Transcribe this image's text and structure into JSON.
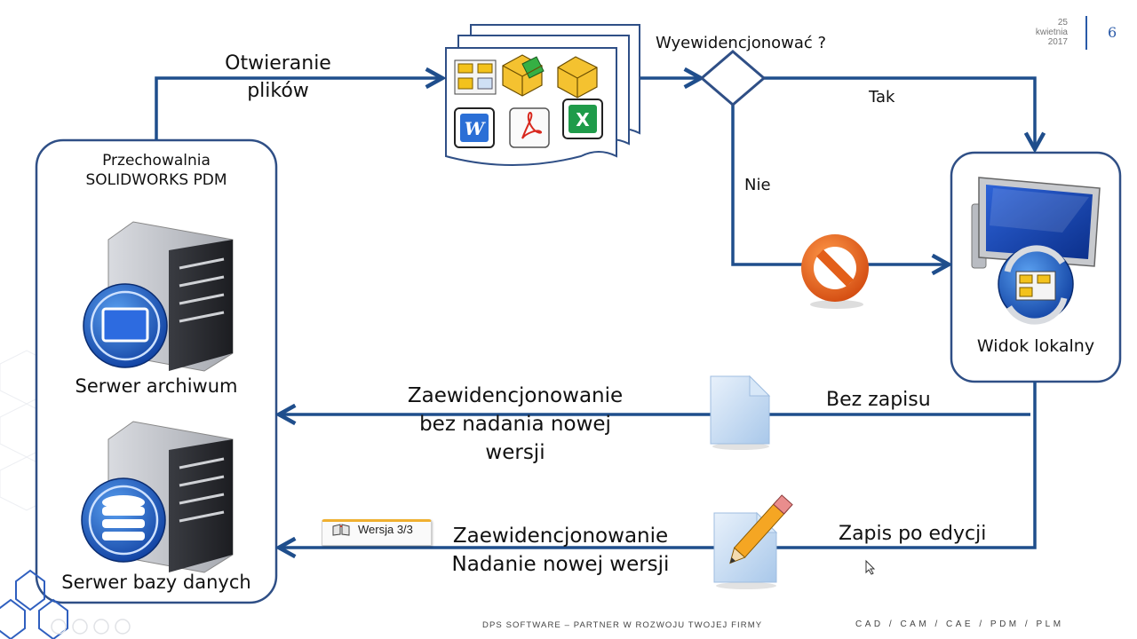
{
  "slide": {
    "date_day": "25",
    "date_month": "kwietnia",
    "date_year": "2017",
    "page_number": "6",
    "footer_left": "DPS SOFTWARE – PARTNER W ROZWOJU TWOJEJ FIRMY",
    "footer_right": "CAD / CAM / CAE / PDM / PLM"
  },
  "vault": {
    "title_line1": "Przechowalnia",
    "title_line2": "SOLIDWORKS PDM",
    "archive_server_label": "Serwer archiwum",
    "database_server_label": "Serwer bazy danych"
  },
  "local_view": {
    "label": "Widok lokalny"
  },
  "flow": {
    "open_files_line1": "Otwieranie",
    "open_files_line2": "plików",
    "checkout_question": "Wyewidencjonować ?",
    "yes_label": "Tak",
    "no_label": "Nie",
    "checkin_no_version_line1": "Zaewidencjonowanie",
    "checkin_no_version_line2": "bez nadania nowej",
    "checkin_no_version_line3": "wersji",
    "no_save_label": "Bez zapisu",
    "checkin_new_version_line1": "Zaewidencjonowanie",
    "checkin_new_version_line2": "Nadanie nowej wersji",
    "save_after_edit_label": "Zapis po edycji",
    "version_tab_label": "Wersja 3/3"
  },
  "colors": {
    "arrow": "#1f4e8c",
    "box_border": "#2f4f86",
    "prohibit": "#e8661e",
    "monitor_screen": "#1a4fc4"
  }
}
